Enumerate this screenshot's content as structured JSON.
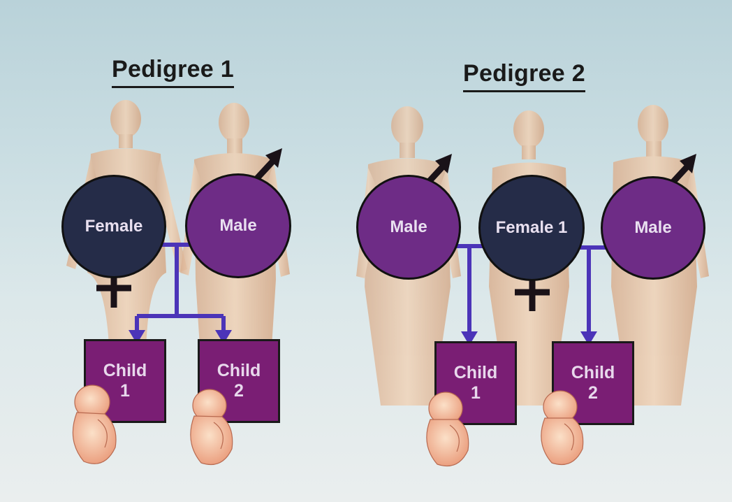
{
  "pedigree1": {
    "title": "Pedigree 1",
    "female_label": "Female",
    "male_label": "Male",
    "child1_label": "Child\n1",
    "child2_label": "Child\n2"
  },
  "pedigree2": {
    "title": "Pedigree 2",
    "male1_label": "Male",
    "female_label": "Female 1",
    "male2_label": "Male",
    "child1_label": "Child\n1",
    "child2_label": "Child\n2"
  },
  "colors": {
    "female_node": "#252c48",
    "male_node": "#6e2c86",
    "child_node": "#7a1e74",
    "connector": "#4b34b8",
    "skin": "#e9c8a8"
  }
}
